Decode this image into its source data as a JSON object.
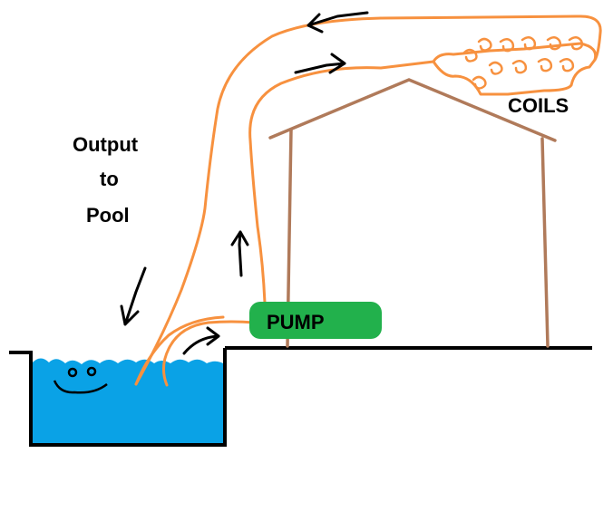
{
  "labels": {
    "output": "Output",
    "to": "to",
    "pool": "Pool",
    "pump": "PUMP",
    "coils": "COILS"
  },
  "colors": {
    "pipe": "#f7913f",
    "water": "#0aa2e6",
    "pump_fill": "#22b14c",
    "house": "#b07a5a",
    "ink": "#000000"
  },
  "icons": [
    "smiley-face-icon",
    "flow-arrow-icon"
  ]
}
